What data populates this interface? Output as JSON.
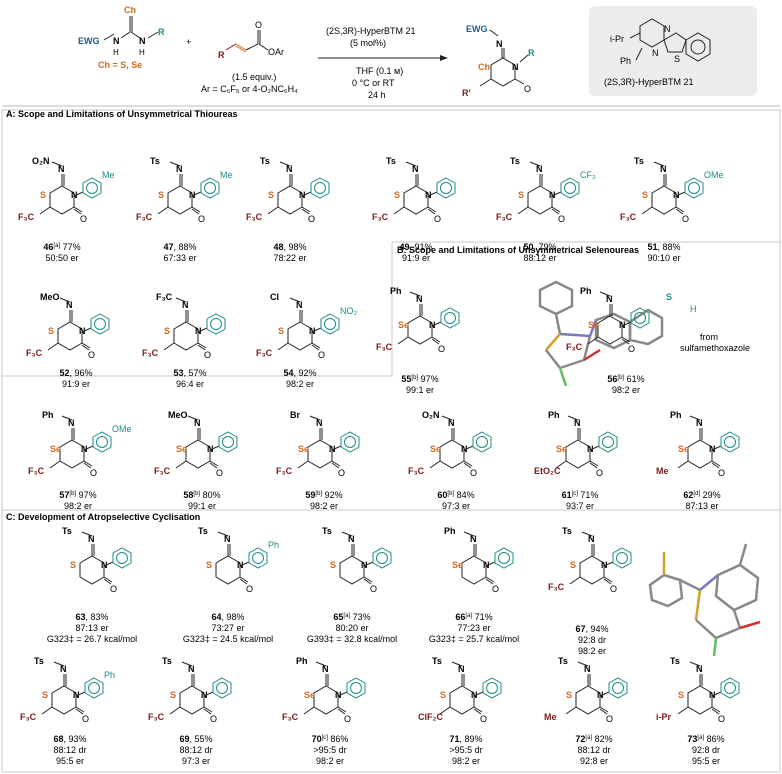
{
  "scheme": {
    "reactant1": {
      "ewg": "EWG",
      "ch": "Ch",
      "nh1": "N",
      "h1": "H",
      "nh2": "N",
      "h2": "H",
      "r": "R",
      "note": "Ch = S, Se"
    },
    "plus": "+",
    "reactant2": {
      "r": "R",
      "o": "O",
      "oar": "OAr",
      "equiv": "(1.5 equiv.)",
      "ar": "Ar = C₆F₅ or 4-O₂NC₆H₄"
    },
    "conditions": {
      "catalyst": "(2S,3R)-HyperBTM 21",
      "loading": "(5 mol%)",
      "solvent": "THF (0.1 м)",
      "temp": "0 °C or RT",
      "time": "24 h"
    },
    "product": {
      "ewg": "EWG",
      "n": "N",
      "ch": "Ch",
      "n2": "N",
      "r": "R",
      "r2": "R'",
      "o": "O"
    },
    "catalyst_box": {
      "ipr": "i-Pr",
      "ph": "Ph",
      "n": "N",
      "s": "S",
      "n2": "N",
      "label": "(2S,3R)-HyperBTM 21"
    }
  },
  "sections": {
    "a": "A: Scope and Limitations of Unsymmetrical Thioureas",
    "b": "B: Scope and Limitations of Unsymmetrical Selenoureas",
    "c": "C: Development of Atropselective Cyclisation"
  },
  "compounds": [
    {
      "id": "46",
      "sup": "[a]",
      "yield": "77%",
      "er": "50:50 er",
      "ewg": "O₂N",
      "sub": "F₃C",
      "nr": "Me",
      "ch": "S"
    },
    {
      "id": "47",
      "sup": "",
      "yield": "88%",
      "er": "67:33 er",
      "ewg": "Ts",
      "sub": "F₃C",
      "nr": "Me",
      "ch": "S"
    },
    {
      "id": "48",
      "sup": "",
      "yield": "98%",
      "er": "78:22 er",
      "ewg": "Ts",
      "sub": "F₃C",
      "nr": "",
      "ch": "S"
    },
    {
      "id": "49",
      "sup": "",
      "yield": "91%",
      "er": "91:9 er",
      "ewg": "Ts",
      "sub": "F₃C",
      "nr": "",
      "ch": "S"
    },
    {
      "id": "50",
      "sup": "",
      "yield": "79%",
      "er": "88:12 er",
      "ewg": "Ts",
      "sub": "F₃C",
      "nr": "CF₃",
      "ch": "S"
    },
    {
      "id": "51",
      "sup": "",
      "yield": "88%",
      "er": "90:10 er",
      "ewg": "Ts",
      "sub": "F₃C",
      "nr": "OMe",
      "ch": "S"
    },
    {
      "id": "52",
      "sup": "",
      "yield": "96%",
      "er": "91:9 er",
      "ewg": "MeO",
      "sub": "F₃C",
      "nr": "",
      "ch": "S"
    },
    {
      "id": "53",
      "sup": "",
      "yield": "57%",
      "er": "96:4 er",
      "ewg": "F₃C",
      "sub": "F₃C",
      "nr": "",
      "ch": "S"
    },
    {
      "id": "54",
      "sup": "",
      "yield": "92%",
      "er": "98:2 er",
      "ewg": "Cl",
      "sub": "F₃C",
      "nr": "NO₂",
      "ch": "S"
    },
    {
      "id": "55",
      "sup": "[b]",
      "yield": "97%",
      "er": "99:1 er",
      "ewg": "Ph",
      "sub": "F₃C",
      "nr": "",
      "ch": "Se"
    },
    {
      "id": "56",
      "sup": "[b]",
      "yield": "61%",
      "er": "98:2 er",
      "ewg": "Ph",
      "sub": "F₃C",
      "nr": "",
      "ch": "Se"
    },
    {
      "id": "57",
      "sup": "[b]",
      "yield": "97%",
      "er": "98:2 er",
      "ewg": "Ph",
      "sub": "F₃C",
      "nr": "OMe",
      "ch": "Se"
    },
    {
      "id": "58",
      "sup": "[b]",
      "yield": "80%",
      "er": "99:1 er",
      "ewg": "MeO",
      "sub": "F₃C",
      "nr": "",
      "ch": "Se"
    },
    {
      "id": "59",
      "sup": "[b]",
      "yield": "92%",
      "er": "98:2 er",
      "ewg": "Br",
      "sub": "F₃C",
      "nr": "",
      "ch": "Se"
    },
    {
      "id": "60",
      "sup": "[b]",
      "yield": "84%",
      "er": "97:3 er",
      "ewg": "O₂N",
      "sub": "F₃C",
      "nr": "",
      "ch": "Se"
    },
    {
      "id": "61",
      "sup": "[c]",
      "yield": "71%",
      "er": "93:7 er",
      "ewg": "Ph",
      "sub": "EtO₂C",
      "nr": "",
      "ch": "Se"
    },
    {
      "id": "62",
      "sup": "[d]",
      "yield": "29%",
      "er": "87:13 er",
      "ewg": "Ph",
      "sub": "Me",
      "nr": "",
      "ch": "Se"
    }
  ],
  "compounds_c": [
    {
      "id": "63",
      "sup": "",
      "yield": "83%",
      "l2": "87:13 er",
      "l3": "G323‡ = 26.7 kcal/mol",
      "ewg": "Ts",
      "sub": "",
      "ch": "S",
      "aryl": ""
    },
    {
      "id": "64",
      "sup": "",
      "yield": "98%",
      "l2": "73:27 er",
      "l3": "G323‡ = 24.5 kcal/mol",
      "ewg": "Ts",
      "sub": "",
      "ch": "S",
      "aryl": "Ph"
    },
    {
      "id": "65",
      "sup": "[a]",
      "yield": "73%",
      "l2": "80:20 er",
      "l3": "G393‡ = 32.8 kcal/mol",
      "ewg": "Ts",
      "sub": "",
      "ch": "S",
      "aryl": ""
    },
    {
      "id": "66",
      "sup": "[a]",
      "yield": "71%",
      "l2": "77:23 er",
      "l3": "G323‡ = 25.7 kcal/mol",
      "ewg": "Ph",
      "sub": "",
      "ch": "Se",
      "aryl": ""
    },
    {
      "id": "67",
      "sup": "",
      "yield": "94%",
      "l2": "92:8 dr",
      "l3": "98:2 er",
      "ewg": "Ts",
      "sub": "F₃C",
      "ch": "S",
      "aryl": ""
    },
    {
      "id": "68",
      "sup": "",
      "yield": "93%",
      "l2": "88:12 dr",
      "l3": "95:5 er",
      "ewg": "Ts",
      "sub": "F₃C",
      "ch": "S",
      "aryl": "Ph"
    },
    {
      "id": "69",
      "sup": "",
      "yield": "55%",
      "l2": "88:12 dr",
      "l3": "97:3 er",
      "ewg": "Ts",
      "sub": "F₃C",
      "ch": "S",
      "aryl": ""
    },
    {
      "id": "70",
      "sup": "[c]",
      "yield": "86%",
      "l2": ">95:5 dr",
      "l3": "98:2 er",
      "ewg": "Ph",
      "sub": "F₃C",
      "ch": "Se",
      "aryl": ""
    },
    {
      "id": "71",
      "sup": "",
      "yield": "89%",
      "l2": ">95:5 dr",
      "l3": "98:2 er",
      "ewg": "Ts",
      "sub": "ClF₂C",
      "ch": "S",
      "aryl": ""
    },
    {
      "id": "72",
      "sup": "[a]",
      "yield": "82%",
      "l2": "88:12 dr",
      "l3": "92:8 er",
      "ewg": "Ts",
      "sub": "Me",
      "ch": "S",
      "aryl": ""
    },
    {
      "id": "73",
      "sup": "[a]",
      "yield": "86%",
      "l2": "92:8 dr",
      "l3": "95:5 er",
      "ewg": "Ts",
      "sub": "i-Pr",
      "ch": "S",
      "aryl": ""
    }
  ],
  "extra": {
    "from": "from",
    "sulfa": "sulfamethoxazole",
    "h": "H",
    "s": "S",
    "n": "N",
    "o": "O",
    "o2": "O"
  }
}
